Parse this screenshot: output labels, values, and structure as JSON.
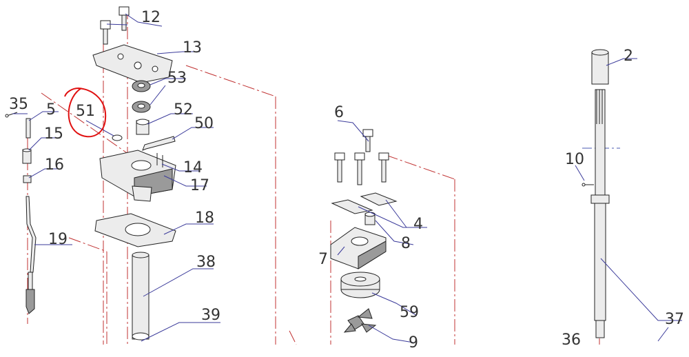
{
  "callouts": [
    {
      "id": "c12",
      "label": "12"
    },
    {
      "id": "c13",
      "label": "13"
    },
    {
      "id": "c53",
      "label": "53"
    },
    {
      "id": "c52",
      "label": "52"
    },
    {
      "id": "c50",
      "label": "50"
    },
    {
      "id": "c51",
      "label": "51"
    },
    {
      "id": "c35",
      "label": "35"
    },
    {
      "id": "c5",
      "label": "5"
    },
    {
      "id": "c15",
      "label": "15"
    },
    {
      "id": "c16",
      "label": "16"
    },
    {
      "id": "c14",
      "label": "14"
    },
    {
      "id": "c17",
      "label": "17"
    },
    {
      "id": "c18",
      "label": "18"
    },
    {
      "id": "c19",
      "label": "19"
    },
    {
      "id": "c38",
      "label": "38"
    },
    {
      "id": "c39",
      "label": "39"
    },
    {
      "id": "c6",
      "label": "6"
    },
    {
      "id": "c4",
      "label": "4"
    },
    {
      "id": "c8",
      "label": "8"
    },
    {
      "id": "c7",
      "label": "7"
    },
    {
      "id": "c59",
      "label": "59"
    },
    {
      "id": "c9",
      "label": "9"
    },
    {
      "id": "c2",
      "label": "2"
    },
    {
      "id": "c10",
      "label": "10"
    },
    {
      "id": "c37",
      "label": "37"
    },
    {
      "id": "c36",
      "label": "36"
    }
  ],
  "highlight": {
    "color": "#e01010",
    "target": "51"
  },
  "colors": {
    "leader": "#3a3a9a",
    "dash_red": "#c03030",
    "dash_blue": "#4a5ab0"
  }
}
